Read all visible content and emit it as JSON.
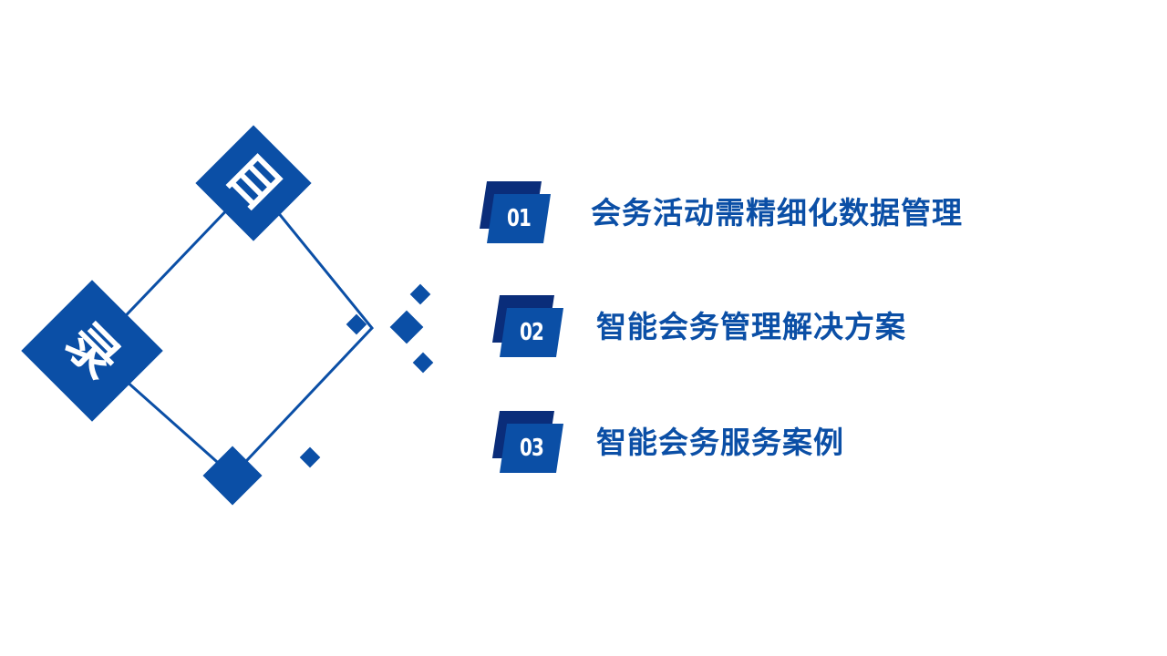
{
  "heading": {
    "char_top": "目",
    "char_bottom": "录"
  },
  "colors": {
    "primary": "#0b4fa6",
    "dark": "#0a2d7a",
    "background": "#ffffff"
  },
  "toc": [
    {
      "number": "01",
      "title": "会务活动需精细化数据管理"
    },
    {
      "number": "02",
      "title": "智能会务管理解决方案"
    },
    {
      "number": "03",
      "title": "智能会务服务案例"
    }
  ]
}
